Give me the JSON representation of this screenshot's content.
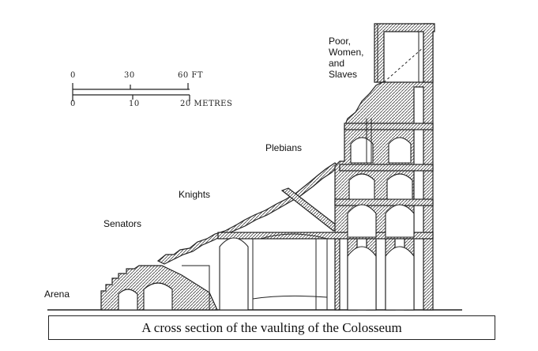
{
  "labels": {
    "arena": "Arena",
    "senators": "Senators",
    "knights": "Knights",
    "plebians": "Plebians",
    "poor": "Poor,\nWomen,\nand\nSlaves"
  },
  "scale": {
    "feet_ticks": [
      "0",
      "30",
      "60 FT"
    ],
    "metre_ticks": [
      "0",
      "10",
      "20 METRES"
    ]
  },
  "caption": "A cross section of the vaulting of the Colosseum"
}
